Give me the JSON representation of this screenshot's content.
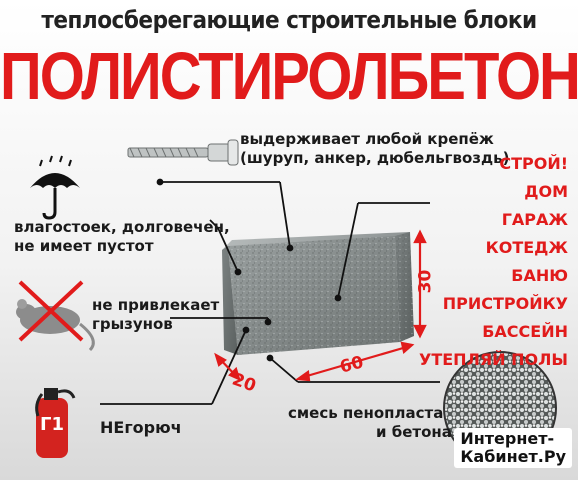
{
  "header": {
    "subtitle": "теплосберегающие строительные блоки",
    "title": "ПОЛИСТИРОЛБЕТОН"
  },
  "features": {
    "fastener_line1": "выдерживает любой крепёж",
    "fastener_line2": "(шуруп, анкер, дюбельгвоздь)",
    "moisture_line1": "влагостоек, долговечен,",
    "moisture_line2": "не имеет пустот",
    "rodents_line1": "не привлекает",
    "rodents_line2": "грызунов",
    "fire": "НЕгорюч",
    "fire_class": "Г1",
    "mix_line1": "смесь пенопласта",
    "mix_line2": "и бетона"
  },
  "dimensions": {
    "length": "60",
    "width": "20",
    "height": "30"
  },
  "build_list": {
    "heading": "СТРОЙ!",
    "items": [
      "ДОМ",
      "ГАРАЖ",
      "КОТЕДЖ",
      "БАНЮ",
      "ПРИСТРОЙКУ",
      "БАССЕЙН",
      "УТЕПЛЯЙ ПОЛЫ"
    ]
  },
  "watermark": {
    "brand_line1": "Интернет-",
    "brand_line2": "Кабинет.Ру"
  },
  "icons": [
    "screw-icon",
    "umbrella-icon",
    "crossed-rat-icon",
    "fire-extinguisher-icon"
  ],
  "colors": {
    "accent": "#e11b1b",
    "text": "#1a1a1a",
    "block": "#8a8f8e"
  }
}
